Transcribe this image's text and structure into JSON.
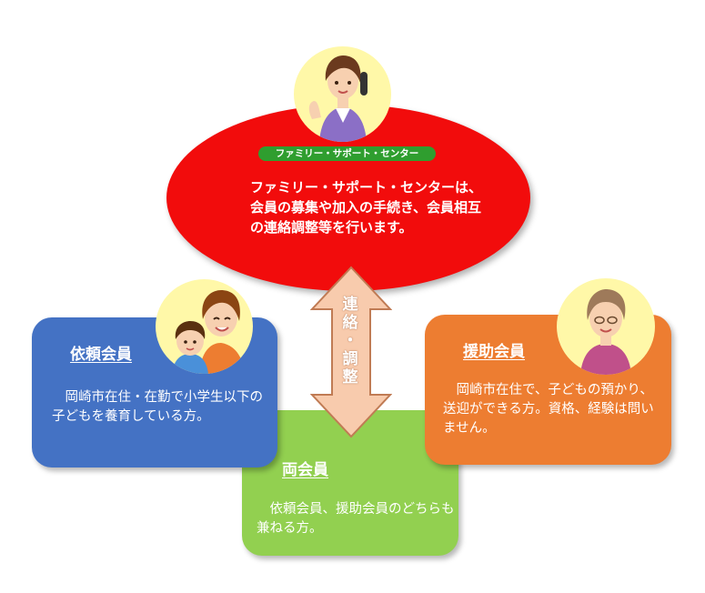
{
  "colors": {
    "center": "#f20c0c",
    "badge": "#2f9e2f",
    "requester": "#4472c4",
    "helper": "#ed7d31",
    "both": "#92d050",
    "arrow_fill": "#f8cbad",
    "arrow_stroke": "#c07b54"
  },
  "center": {
    "badge": "ファミリー・サポート・センター",
    "text": "ファミリー・サポート・センターは、会員の募集や加入の手続き、会員相互の連絡調整等を行います。"
  },
  "arrow": {
    "label_chars": [
      "連",
      "絡",
      "・",
      "調",
      "整"
    ]
  },
  "requester": {
    "title": "依頼会員",
    "text": "　岡崎市在住・在勤で小学生以下の子どもを養育している方。"
  },
  "helper": {
    "title": "援助会員",
    "text": "　岡崎市在住で、子どもの預かり、送迎ができる方。資格、経験は問いません。"
  },
  "both": {
    "title": "両会員",
    "text": "　依頼会員、援助会員のどちらも兼ねる方。"
  },
  "icons": {
    "center": "receptionist-phone-icon",
    "requester": "mother-child-icon",
    "helper": "elderly-woman-icon"
  }
}
